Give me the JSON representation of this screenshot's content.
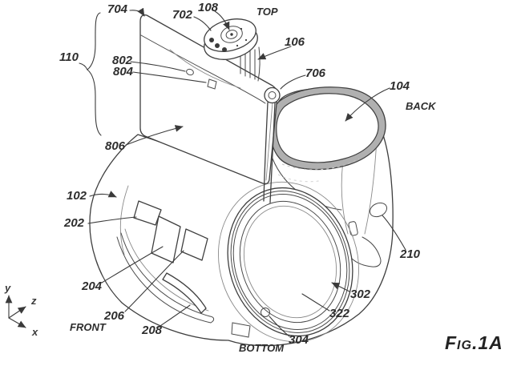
{
  "figure": {
    "title": "Fig.1A",
    "orientation": {
      "top": "TOP",
      "back": "BACK",
      "front": "FRONT",
      "bottom": "BOTTOM"
    },
    "axes": {
      "x": "x",
      "y": "y",
      "z": "z"
    },
    "refs": {
      "r102": "102",
      "r104": "104",
      "r106": "106",
      "r108": "108",
      "r110": "110",
      "r202": "202",
      "r204": "204",
      "r206": "206",
      "r208": "208",
      "r210": "210",
      "r302": "302",
      "r304": "304",
      "r322": "322",
      "r702": "702",
      "r704": "704",
      "r706": "706",
      "r802": "802",
      "r804": "804",
      "r806": "806"
    },
    "line_color": "#3f3f3f",
    "background": "#ffffff"
  }
}
